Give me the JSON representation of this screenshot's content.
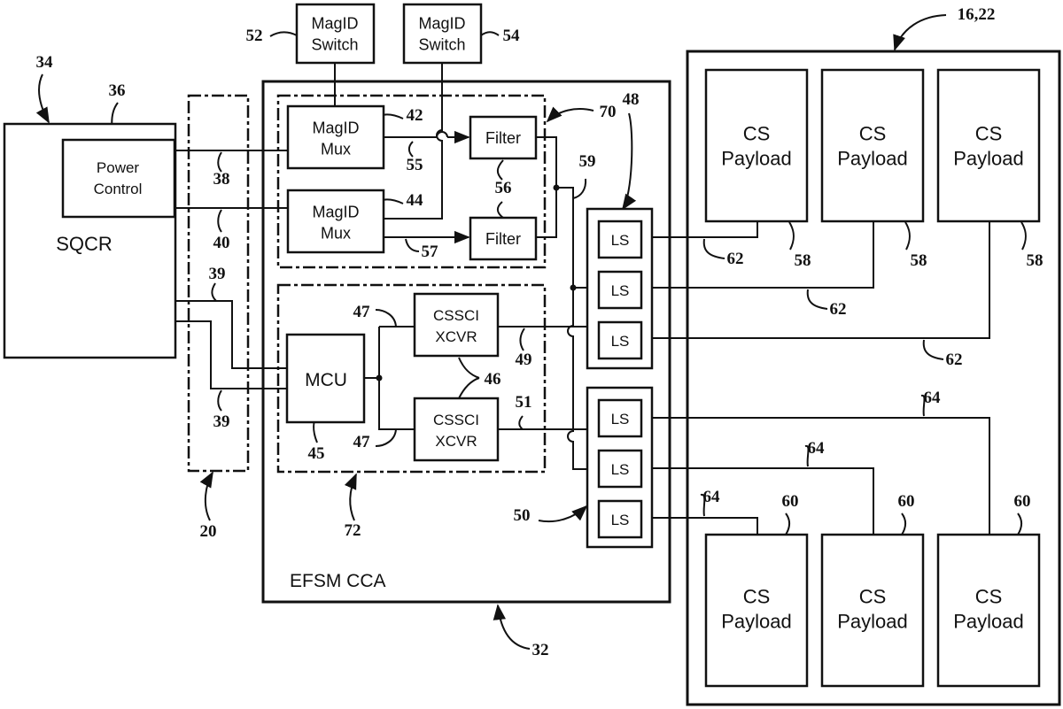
{
  "figure": {
    "title": "System block diagram",
    "colors": {
      "ink": "#111111",
      "background": "#ffffff"
    }
  },
  "blocks": {
    "sqcr": {
      "label": "SQCR",
      "ref": "34"
    },
    "power_control": {
      "lines": [
        "Power",
        "Control"
      ],
      "ref": "36"
    },
    "interface": {
      "ref": "20"
    },
    "efsm": {
      "label": "EFSM CCA",
      "ref": "32"
    },
    "magid_switch_1": {
      "lines": [
        "MagID",
        "Switch"
      ],
      "ref": "52"
    },
    "magid_switch_2": {
      "lines": [
        "MagID",
        "Switch"
      ],
      "ref": "54"
    },
    "magid_mux_1": {
      "lines": [
        "MagID",
        "Mux"
      ],
      "ref": "42"
    },
    "magid_mux_2": {
      "lines": [
        "MagID",
        "Mux"
      ],
      "ref": "44"
    },
    "filter_1": {
      "label": "Filter"
    },
    "filter_2": {
      "label": "Filter"
    },
    "filters_ref": "56",
    "power_group": {
      "ref": "70"
    },
    "comm_group": {
      "ref": "72"
    },
    "mcu": {
      "label": "MCU",
      "ref": "45"
    },
    "xcvr_1": {
      "lines": [
        "CSSCI",
        "XCVR"
      ]
    },
    "xcvr_2": {
      "lines": [
        "CSSCI",
        "XCVR"
      ]
    },
    "xcvrs_ref": "46",
    "ls_group_1": {
      "ref": "48",
      "items": [
        "LS",
        "LS",
        "LS"
      ]
    },
    "ls_group_2": {
      "ref": "50",
      "items": [
        "LS",
        "LS",
        "LS"
      ]
    },
    "payload_bay": {
      "ref": "16,22"
    },
    "payloads_top": [
      {
        "lines": [
          "CS",
          "Payload"
        ],
        "ref": "58"
      },
      {
        "lines": [
          "CS",
          "Payload"
        ],
        "ref": "58"
      },
      {
        "lines": [
          "CS",
          "Payload"
        ],
        "ref": "58"
      }
    ],
    "payloads_bottom": [
      {
        "lines": [
          "CS",
          "Payload"
        ],
        "ref": "60"
      },
      {
        "lines": [
          "CS",
          "Payload"
        ],
        "ref": "60"
      },
      {
        "lines": [
          "CS",
          "Payload"
        ],
        "ref": "60"
      }
    ]
  },
  "connections": {
    "power_line_1": "38",
    "power_line_2": "40",
    "comm_line_top": "39",
    "comm_line_bottom": "39",
    "mux1_out": "55",
    "mux2_out": "57",
    "filter_bus": "59",
    "mcu_to_xcvr_top": "47",
    "mcu_to_xcvr_bottom": "47",
    "xcvr1_out": "49",
    "xcvr2_out": "51",
    "ls_to_payload_top": [
      "62",
      "62",
      "62"
    ],
    "ls_to_payload_bottom": [
      "64",
      "64",
      "64"
    ]
  }
}
